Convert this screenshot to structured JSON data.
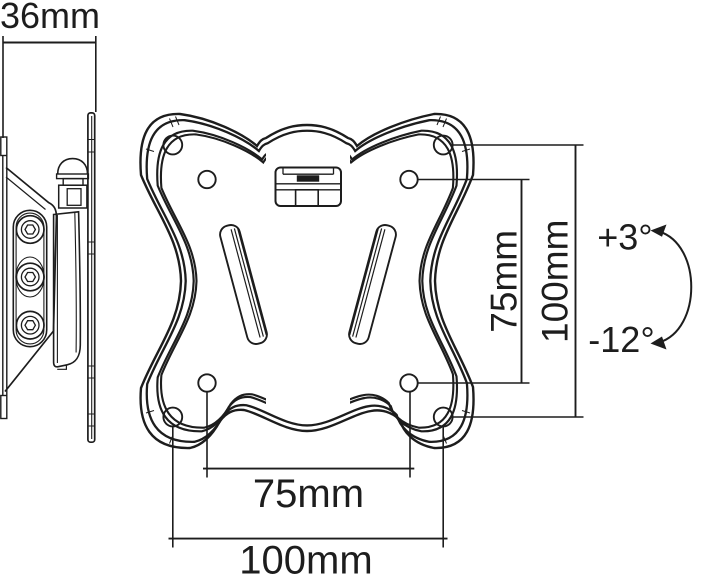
{
  "figure": {
    "type": "technical-dimension-diagram",
    "subject": "Tilting monitor wall mount bracket — side profile view and front VESA plate view with dimension callouts",
    "line_color": "#1d1d1d",
    "background": "#ffffff",
    "labels": {
      "depth": "36mm",
      "vesa_inner_vertical": "75mm",
      "vesa_outer_vertical": "100mm",
      "vesa_inner_horizontal": "75mm",
      "vesa_outer_horizontal": "100mm",
      "tilt_up": "+3°",
      "tilt_down": "-12°"
    }
  }
}
